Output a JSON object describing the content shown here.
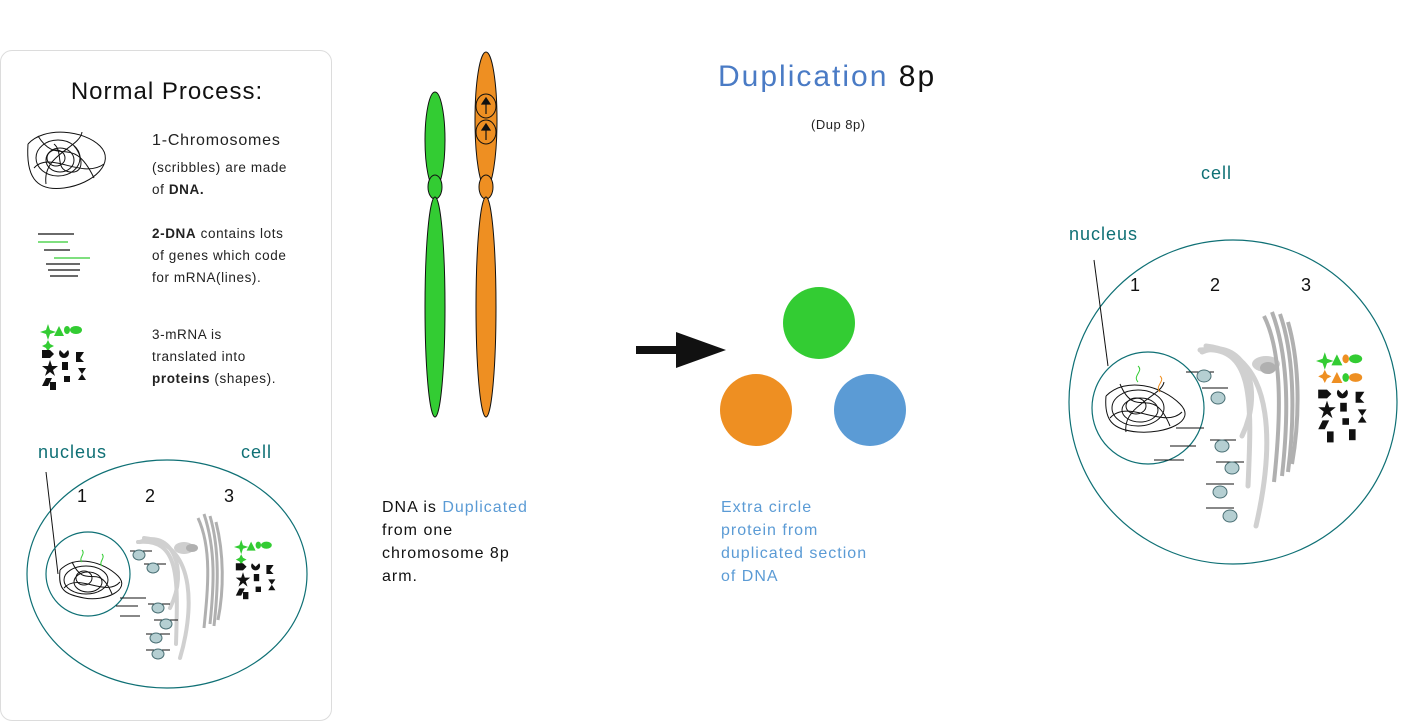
{
  "panel": {
    "title": "Normal Process:",
    "step1": {
      "title": "1-Chromosomes",
      "line1": "(scribbles) are made",
      "line2_pre": "of ",
      "line2_bold": "DNA."
    },
    "step2": {
      "line1_bold": "2-DNA",
      "line1_rest": " contains lots",
      "line2": "of genes which code",
      "line3": "for mRNA(lines)."
    },
    "step3": {
      "line1": "3-mRNA is",
      "line2": "translated into",
      "line3_bold": "proteins",
      "line3_rest": " (shapes)."
    },
    "diagram": {
      "nucleus_label": "nucleus",
      "cell_label": "cell",
      "num1": "1",
      "num2": "2",
      "num3": "3"
    }
  },
  "header": {
    "title_word": "Duplication",
    "title_arm": "8p",
    "subtitle": "(Dup 8p)"
  },
  "dna_text": {
    "line1_pre": "DNA is ",
    "line1_highlight": "Duplicated",
    "line2": "from one",
    "line3": "chromosome 8p",
    "line4": "arm."
  },
  "protein_text": {
    "line1": "Extra circle",
    "line2": "protein from",
    "line3": "duplicated section",
    "line4": "of DNA"
  },
  "right_cell": {
    "cell_label": "cell",
    "nucleus_label": "nucleus",
    "num1": "1",
    "num2": "2",
    "num3": "3"
  },
  "colors": {
    "green": "#33cc33",
    "orange": "#ee8f22",
    "blue": "#5b9bd5",
    "teal": "#0f7075",
    "title_blue": "#4a7bc5"
  }
}
